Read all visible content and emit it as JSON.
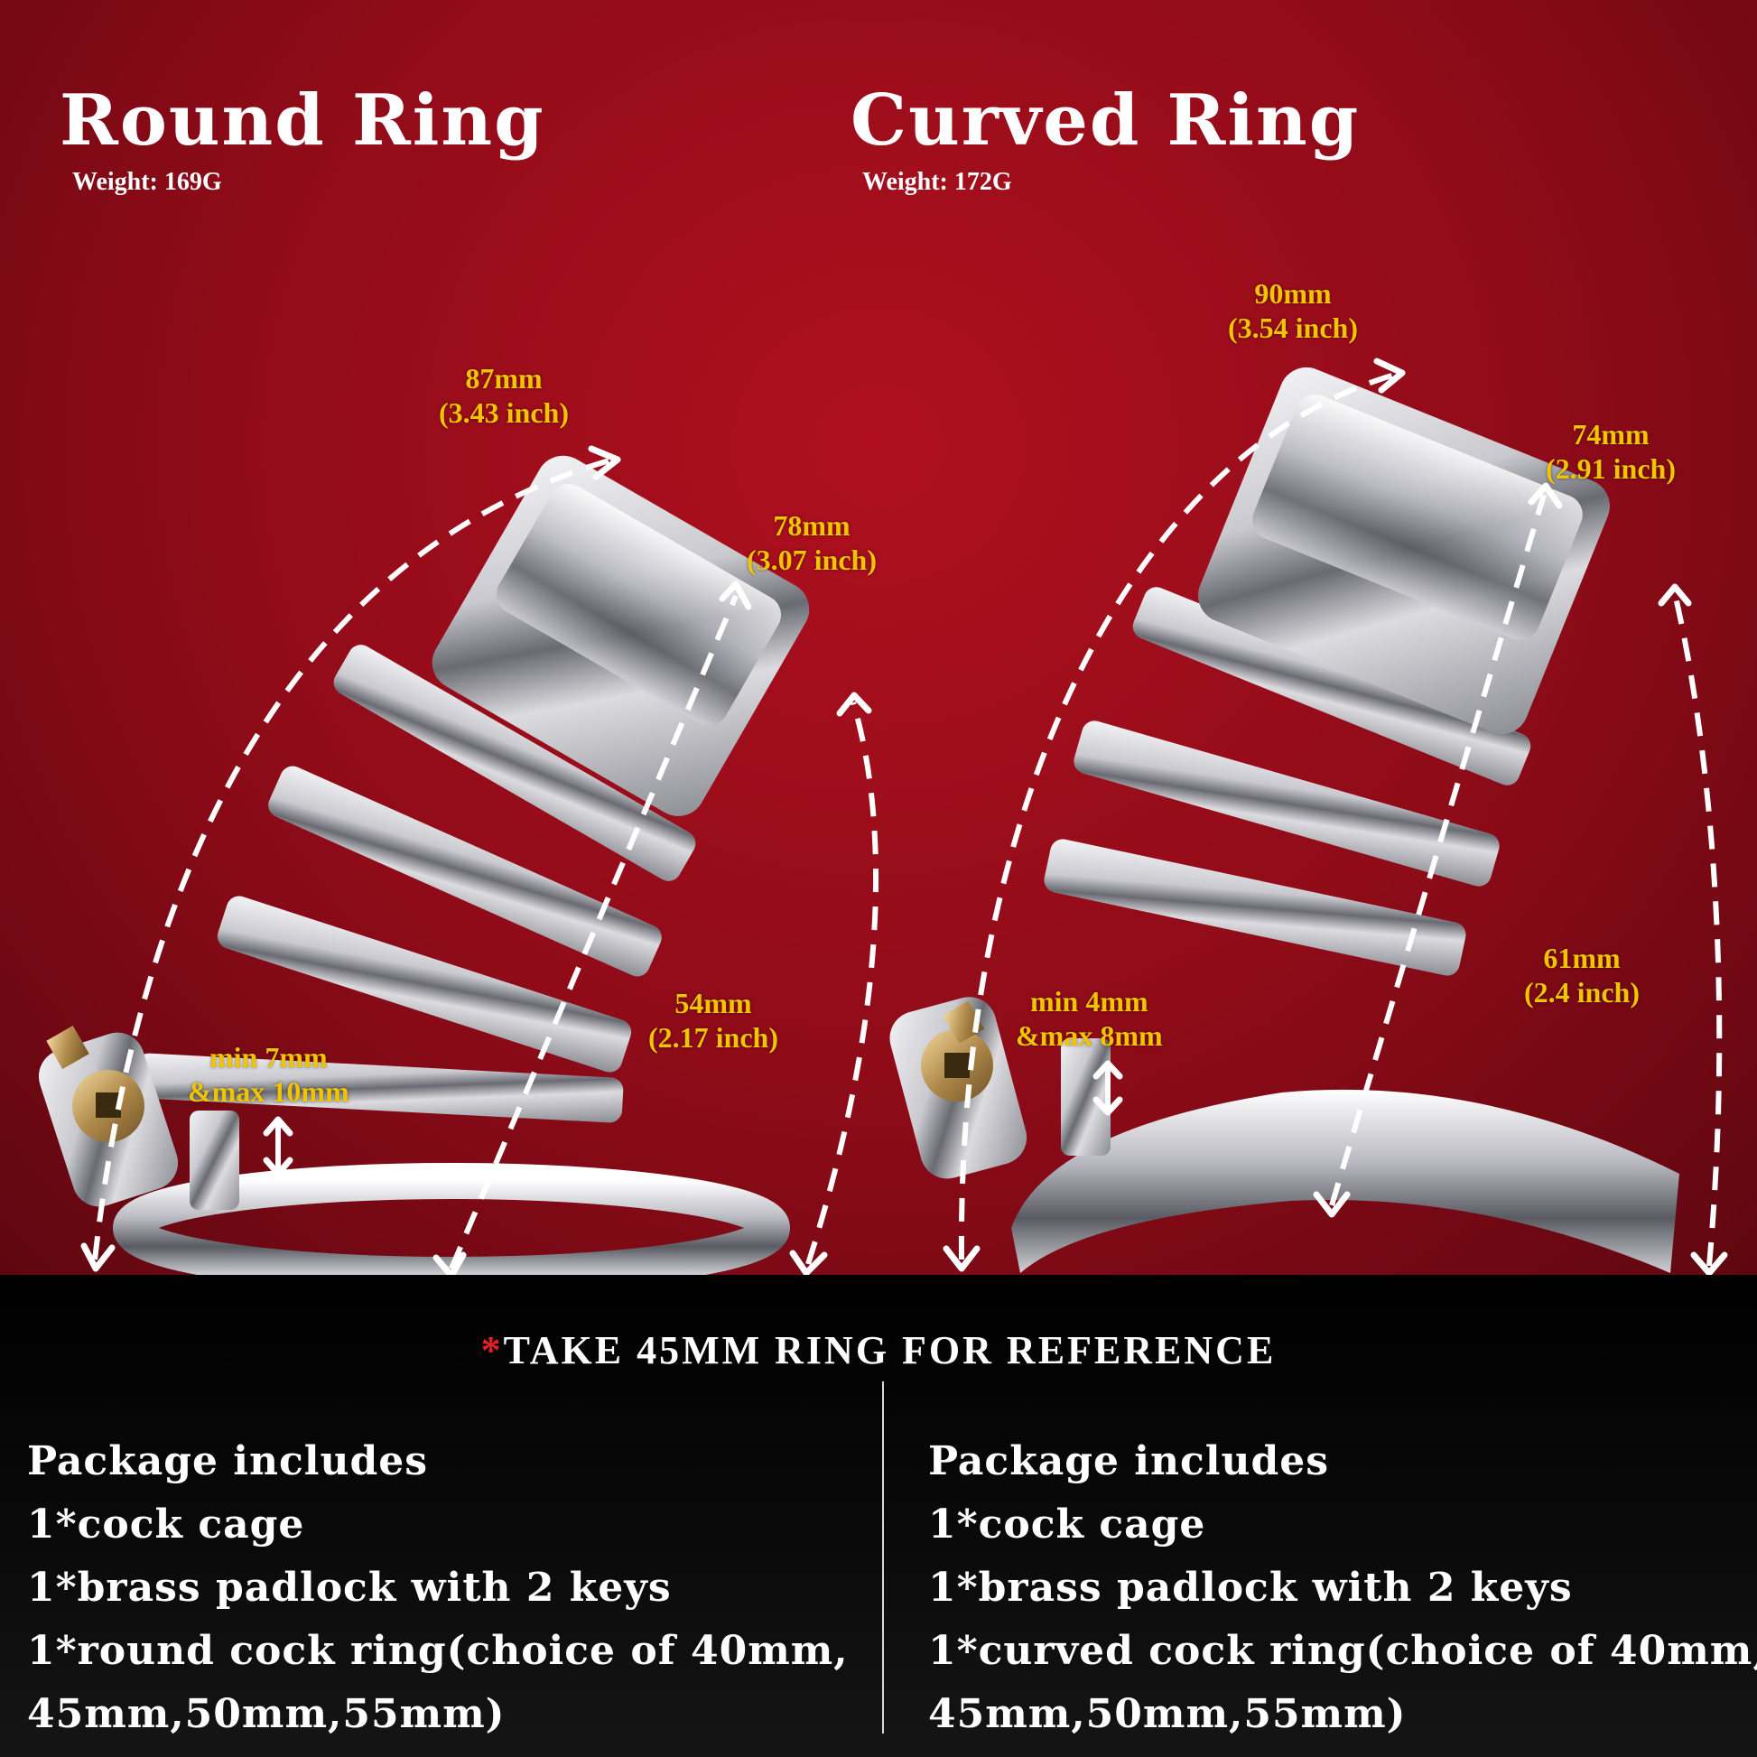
{
  "left": {
    "title": "Round Ring",
    "weight": "Weight:  169G",
    "dims": {
      "arc_mm": "87mm",
      "arc_in": "(3.43 inch)",
      "cap_mm": "78mm",
      "cap_in": "(3.07 inch)",
      "front_mm": "54mm",
      "front_in": "(2.17 inch)",
      "gap_line1": "min 7mm",
      "gap_line2": "&max 10mm"
    },
    "package": {
      "heading": "Package includes",
      "items": [
        "1*cock cage",
        "1*brass padlock with 2 keys",
        "1*round cock ring(choice of 40mm,",
        "45mm,50mm,55mm)"
      ]
    }
  },
  "right": {
    "title": "Curved Ring",
    "weight": "Weight:  172G",
    "dims": {
      "arc_mm": "90mm",
      "arc_in": "(3.54 inch)",
      "cap_mm": "74mm",
      "cap_in": "(2.91 inch)",
      "front_mm": "61mm",
      "front_in": "(2.4 inch)",
      "gap_line1": "min 4mm",
      "gap_line2": "&max 8mm"
    },
    "package": {
      "heading": "Package includes",
      "items": [
        "1*cock cage",
        "1*brass padlock with 2 keys",
        "1*curved cock ring(choice of 40mm,",
        "45mm,50mm,55mm)"
      ]
    }
  },
  "reference": {
    "star": "*",
    "text": "TAKE 45MM RING FOR REFERENCE"
  },
  "colors": {
    "background_red": "#9e0d1a",
    "dimension_yellow": "#f1c400",
    "text_white": "#ffffff",
    "bottom_black": "#000000"
  }
}
